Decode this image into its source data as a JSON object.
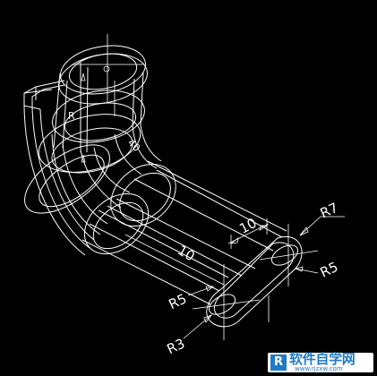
{
  "dimensions": {
    "r7": "R7",
    "r5_right": "R5",
    "r5_left": "R5",
    "r3": "R3",
    "width_10": "10",
    "length_10": "10"
  },
  "watermark": {
    "logo": "R",
    "text": "软件自学网",
    "url": "www.rjzxw.com"
  },
  "colors": {
    "background": "#000000",
    "lines": "#ffffff",
    "watermark_blue": "#1f7ac8"
  }
}
